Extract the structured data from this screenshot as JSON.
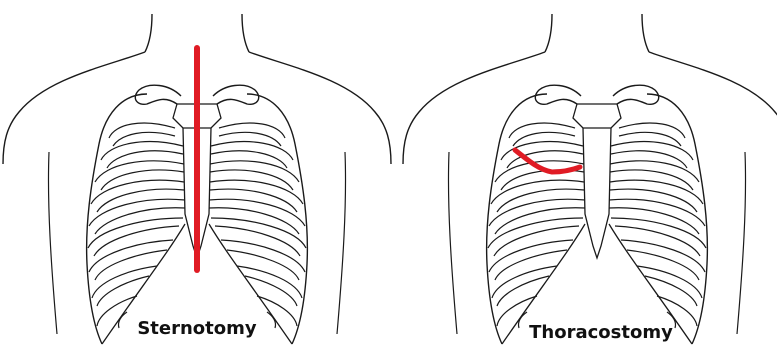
{
  "panels": [
    {
      "label": "Sternotomy",
      "incision": "vertical-midline"
    },
    {
      "label": "Thoracostomy",
      "incision": "lateral-curved"
    }
  ],
  "colors": {
    "outline": "#1a1a1a",
    "incision": "#e01b24",
    "background": "#ffffff",
    "label": "#111111"
  }
}
